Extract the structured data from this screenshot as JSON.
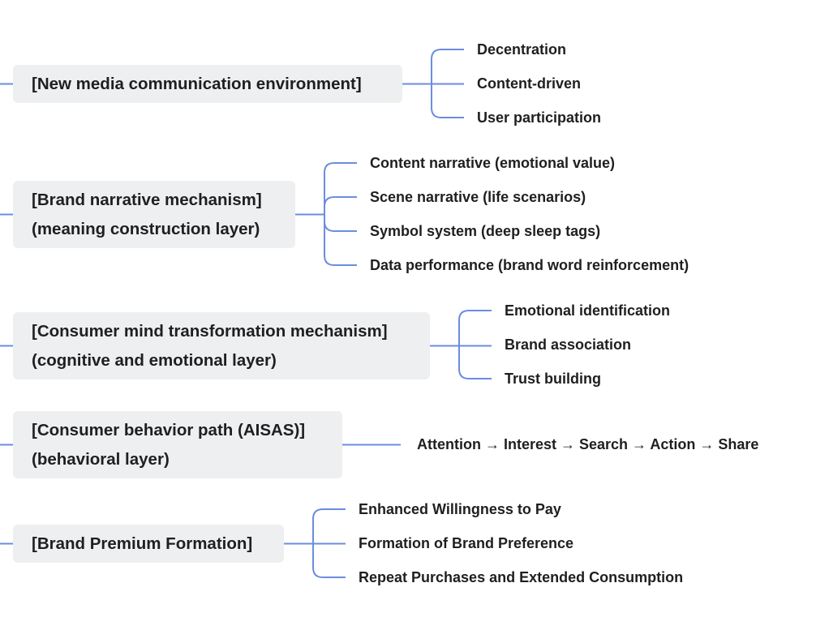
{
  "diagram": {
    "link_color": "#6b8de0",
    "node_background": "#eeeff1",
    "text_color": "#1f1f1f",
    "nodes": [
      {
        "lines": [
          "[New media communication environment]"
        ],
        "children": [
          "Decentration",
          "Content-driven",
          "User participation"
        ]
      },
      {
        "lines": [
          "[Brand narrative mechanism]",
          "(meaning construction layer)"
        ],
        "children": [
          "Content narrative (emotional value)",
          "Scene narrative (life scenarios)",
          "Symbol system (deep sleep tags)",
          "Data performance (brand word reinforcement)"
        ]
      },
      {
        "lines": [
          "[Consumer mind transformation mechanism]",
          "(cognitive and emotional layer)"
        ],
        "children": [
          "Emotional identification",
          "Brand association",
          "Trust building"
        ]
      },
      {
        "lines": [
          "[Consumer behavior path (AISAS)]",
          "(behavioral layer)"
        ],
        "children": [
          "Attention → Interest → Search → Action → Share"
        ]
      },
      {
        "lines": [
          "[Brand Premium Formation]"
        ],
        "children": [
          "Enhanced Willingness to Pay",
          "Formation of Brand Preference",
          "Repeat Purchases and Extended Consumption"
        ]
      }
    ]
  }
}
